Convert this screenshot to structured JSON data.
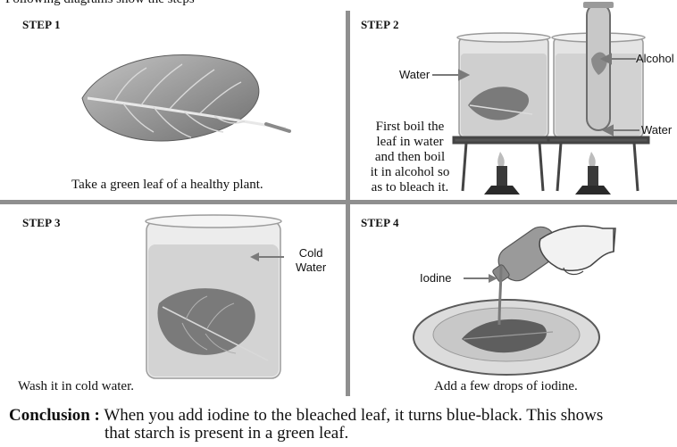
{
  "header_fragment": "Following diagrams show the steps",
  "step1": {
    "title": "STEP 1",
    "caption": "Take a green leaf of a healthy plant."
  },
  "step2": {
    "title": "STEP 2",
    "water_label": "Water",
    "alcohol_label": "Alcohol",
    "water_label_2": "Water",
    "caption_lines": [
      "First boil the",
      "leaf in water",
      "and then boil",
      "it in alcohol so",
      "as to bleach it."
    ]
  },
  "step3": {
    "title": "STEP 3",
    "label_line1": "Cold",
    "label_line2": "Water",
    "caption": "Wash it in cold water."
  },
  "step4": {
    "title": "STEP 4",
    "iodine_label": "Iodine",
    "caption": "Add a few drops of iodine."
  },
  "conclusion": {
    "prefix": "Conclusion :",
    "line1": "When you add iodine to the bleached leaf, it turns blue-black. This shows",
    "line2": "that starch is present in a green leaf."
  },
  "colors": {
    "divider": "#8f8f8f",
    "leaf_dark": "#6e6e6e",
    "leaf_light": "#b5b5b5",
    "glass": "#d9d9d9"
  }
}
